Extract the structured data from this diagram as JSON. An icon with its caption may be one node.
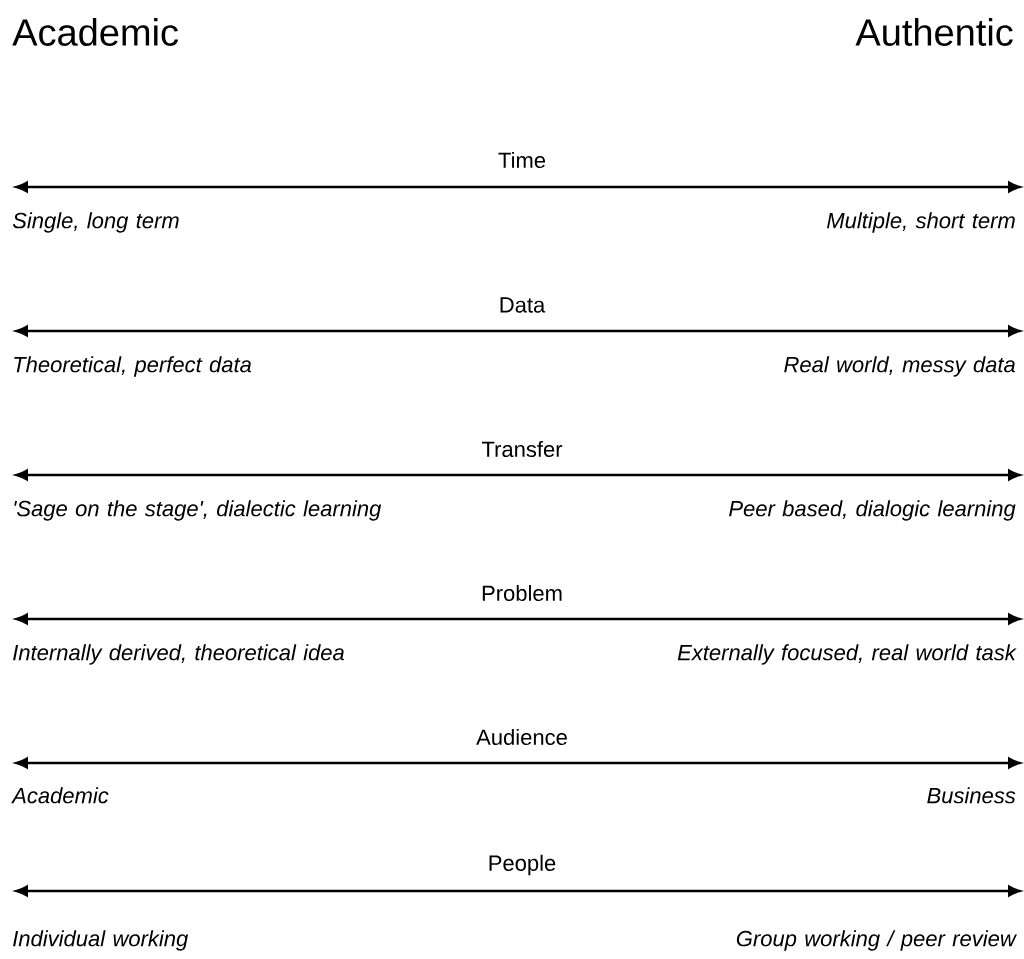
{
  "diagram": {
    "labels": [
      "Academic",
      "Authentic",
      "Time",
      "Single, long term",
      "Multiple, short term",
      "Data",
      "Theoretical, perfect data",
      "Real world, messy data",
      "Transfer",
      "'Sage on the stage', dialectic learning",
      "Peer based, dialogic learning",
      "Problem",
      "Internally derived, theoretical idea",
      "Externally focused, real world task",
      "Audience",
      "Academic",
      "Business",
      "People",
      "Individual working",
      "Group working / peer review"
    ]
  }
}
